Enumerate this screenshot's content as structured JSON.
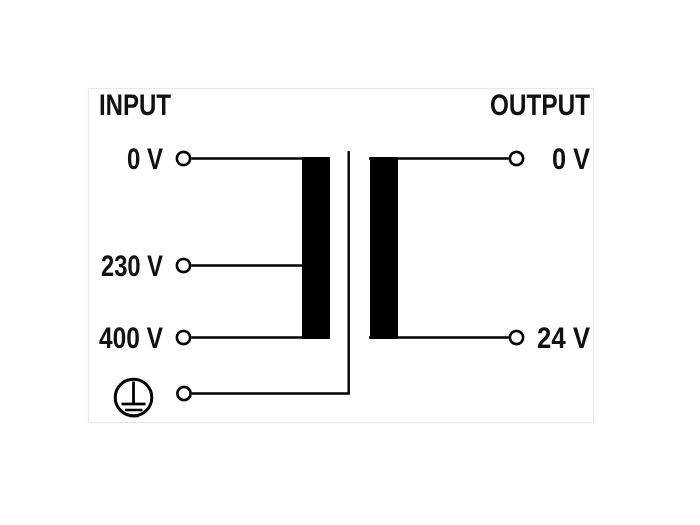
{
  "diagram": {
    "input": {
      "title": "INPUT",
      "terminals": [
        "0 V",
        "230 V",
        "400 V"
      ],
      "earth_icon": "protective-earth-icon"
    },
    "output": {
      "title": "OUTPUT",
      "terminals": [
        "0 V",
        "24 V"
      ]
    },
    "colors": {
      "line": "#000000",
      "background": "#ffffff",
      "frame_border": "#e8e8e8"
    }
  }
}
